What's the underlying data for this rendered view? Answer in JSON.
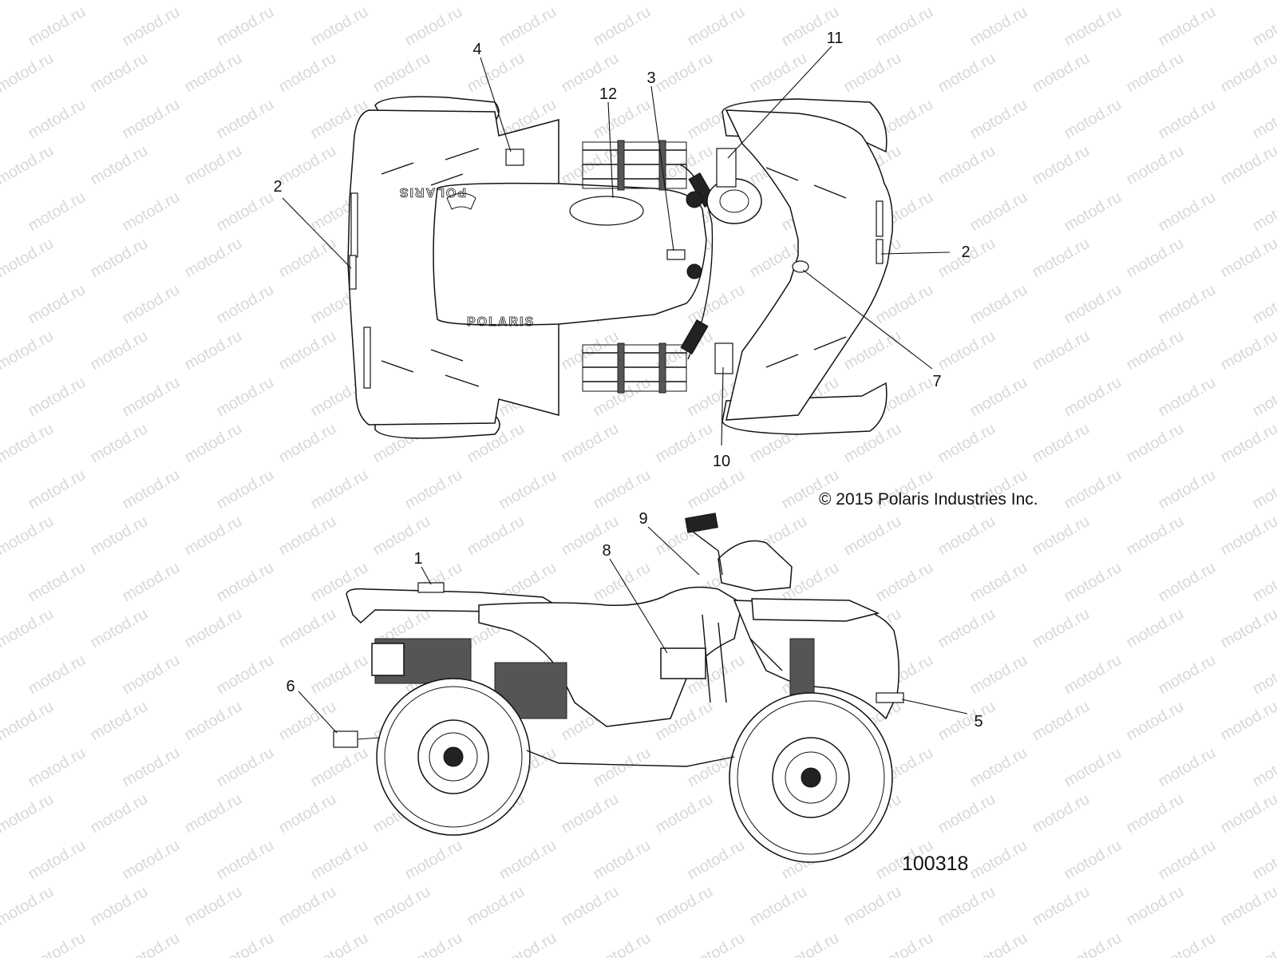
{
  "watermark": {
    "text": "motod.ru"
  },
  "copyright": "© 2015 Polaris Industries Inc.",
  "figure_number": "100318",
  "brand_decal_text": "POLARIS",
  "callouts": {
    "c1": "1",
    "c2a": "2",
    "c2b": "2",
    "c3": "3",
    "c4": "4",
    "c5": "5",
    "c6": "6",
    "c7": "7",
    "c8": "8",
    "c9": "9",
    "c10": "10",
    "c11": "11",
    "c12": "12"
  }
}
